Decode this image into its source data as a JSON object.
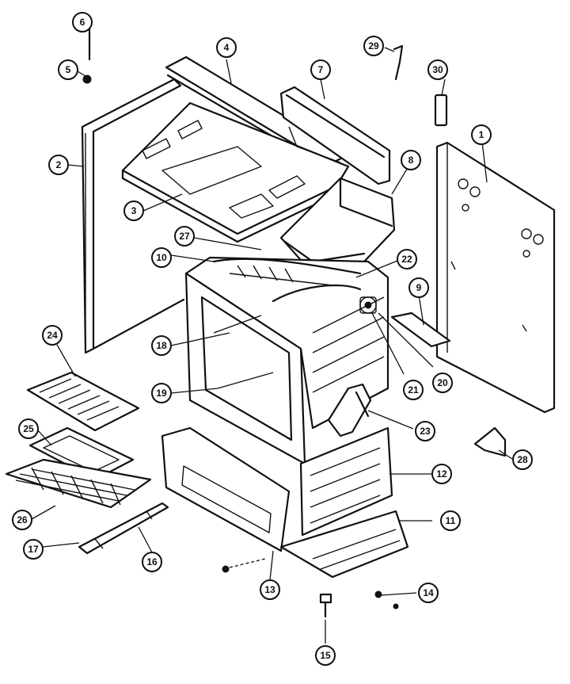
{
  "callouts": [
    {
      "id": "1",
      "label": "1"
    },
    {
      "id": "2",
      "label": "2"
    },
    {
      "id": "3",
      "label": "3"
    },
    {
      "id": "4",
      "label": "4"
    },
    {
      "id": "5",
      "label": "5"
    },
    {
      "id": "6",
      "label": "6"
    },
    {
      "id": "7",
      "label": "7"
    },
    {
      "id": "8",
      "label": "8"
    },
    {
      "id": "9",
      "label": "9"
    },
    {
      "id": "10",
      "label": "10"
    },
    {
      "id": "11",
      "label": "11"
    },
    {
      "id": "12",
      "label": "12"
    },
    {
      "id": "13",
      "label": "13"
    },
    {
      "id": "14",
      "label": "14"
    },
    {
      "id": "15",
      "label": "15"
    },
    {
      "id": "16",
      "label": "16"
    },
    {
      "id": "17",
      "label": "17"
    },
    {
      "id": "18",
      "label": "18"
    },
    {
      "id": "19",
      "label": "19"
    },
    {
      "id": "20",
      "label": "20"
    },
    {
      "id": "21",
      "label": "21"
    },
    {
      "id": "22",
      "label": "22"
    },
    {
      "id": "23",
      "label": "23"
    },
    {
      "id": "24",
      "label": "24"
    },
    {
      "id": "25",
      "label": "25"
    },
    {
      "id": "26",
      "label": "26"
    },
    {
      "id": "27",
      "label": "27"
    },
    {
      "id": "28",
      "label": "28"
    },
    {
      "id": "29",
      "label": "29"
    },
    {
      "id": "30",
      "label": "30"
    }
  ],
  "colors": {
    "ink": "#111111",
    "background": "#ffffff"
  }
}
